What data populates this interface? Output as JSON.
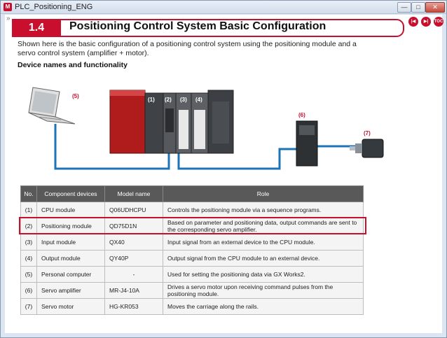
{
  "window": {
    "title": "PLC_Positioning_ENG",
    "controls": {
      "minimize": "—",
      "maximize": "□",
      "close": "✕"
    },
    "expand_glyph": "»"
  },
  "header": {
    "section_number": "1.4",
    "section_title": "Positioning Control System Basic Configuration",
    "nav_buttons": [
      "|◀",
      "▶|",
      "TOC"
    ]
  },
  "intro_text": "Shown here is the basic configuration of a positioning control system using the positioning module and a servo control system (amplifier + motor).",
  "subheading": "Device names and functionality",
  "diagram": {
    "labels": {
      "pc": "(5)",
      "cpu": "(1)",
      "positioning": "(2)",
      "input": "(3)",
      "output": "(4)",
      "amplifier": "(6)",
      "motor": "(7)"
    },
    "colors": {
      "brand_red": "#c8102e",
      "cable_blue": "#1b73b8"
    }
  },
  "table": {
    "headers": [
      "No.",
      "Component devices",
      "Model name",
      "Role"
    ],
    "rows": [
      {
        "no": "(1)",
        "component": "CPU module",
        "model": "Q06UDHCPU",
        "role": "Controls the positioning module via a sequence programs."
      },
      {
        "no": "(2)",
        "component": "Positioning module",
        "model": "QD75D1N",
        "role": "Based on parameter and positioning data, output commands are sent to the corresponding servo amplifier."
      },
      {
        "no": "(3)",
        "component": "Input module",
        "model": "QX40",
        "role": "Input signal from an external device to the CPU module."
      },
      {
        "no": "(4)",
        "component": "Output module",
        "model": "QY40P",
        "role": "Output signal from the CPU module to an external device."
      },
      {
        "no": "(5)",
        "component": "Personal computer",
        "model": "-",
        "role": "Used for setting the positioning data via GX Works2."
      },
      {
        "no": "(6)",
        "component": "Servo amplifier",
        "model": "MR-J4-10A",
        "role": "Drives a servo motor upon receiving command pulses from the positioning module."
      },
      {
        "no": "(7)",
        "component": "Servo motor",
        "model": "HG-KR053",
        "role": "Moves the carriage along the rails."
      }
    ]
  }
}
